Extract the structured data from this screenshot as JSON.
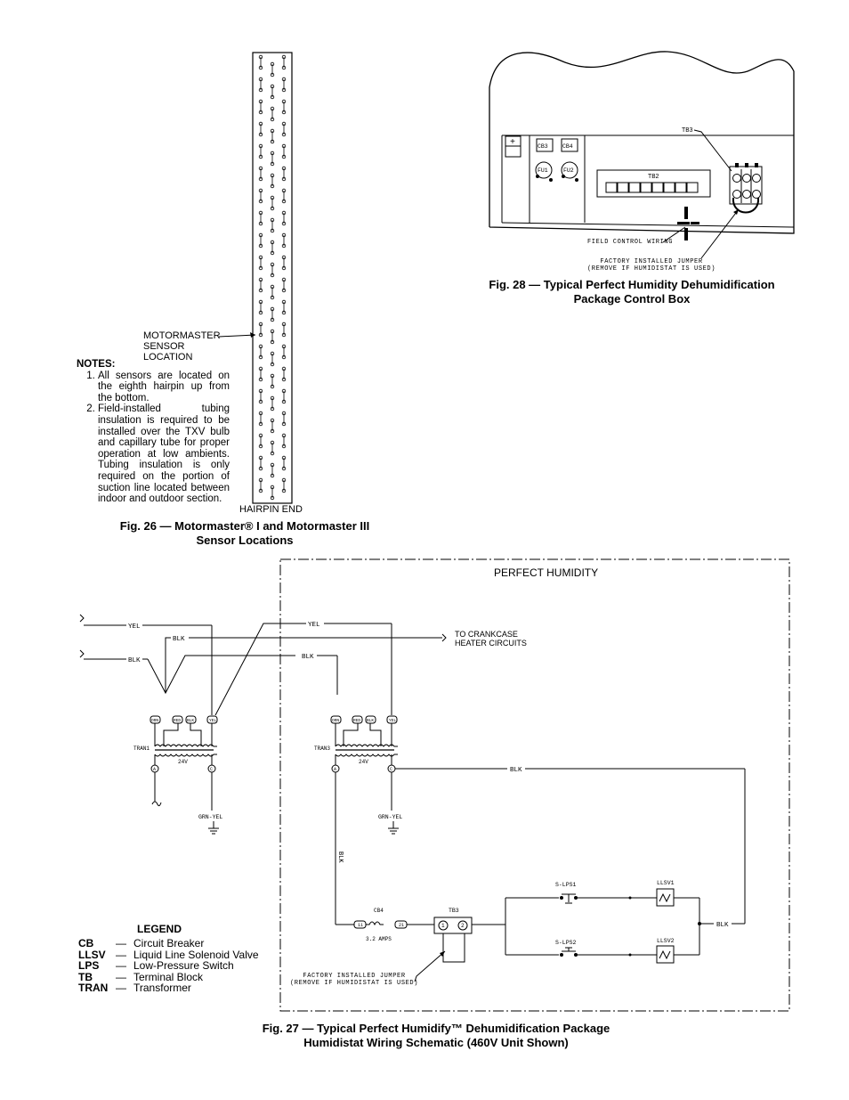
{
  "fig26": {
    "sensor_label": [
      "MOTORMASTER",
      "SENSOR",
      "LOCATION"
    ],
    "hairpin_label": "HAIRPIN END",
    "notes_title": "NOTES:",
    "notes": [
      "All sensors are located on the eighth hairpin up from the bottom.",
      "Field-installed tubing insulation is required to be installed over the TXV bulb and capillary tube for proper operation at low ambients. Tubing insulation is only required on the portion of suction line located between indoor and outdoor section."
    ],
    "caption_line1": "Fig. 26 — Motormaster® I and Motormaster III",
    "caption_line2": "Sensor Locations"
  },
  "fig28": {
    "labels": {
      "cb3": "CB3",
      "cb4": "CB4",
      "fu1": "FU1",
      "fu2": "FU2",
      "tb2": "TB2",
      "tb3": "TB3",
      "field_wiring": "FIELD CONTROL WIRING",
      "jumper1": "FACTORY INSTALLED JUMPER",
      "jumper2": "(REMOVE IF HUMIDISTAT IS USED)"
    },
    "caption_line1": "Fig. 28 — Typical Perfect Humidity Dehumidification",
    "caption_line2": "Package Control Box"
  },
  "fig27": {
    "box_title": "PERFECT HUMIDITY",
    "crankcase": [
      "TO CRANKCASE",
      "HEATER CIRCUITS"
    ],
    "wires": {
      "yel": "YEL",
      "blk": "BLK",
      "grn_yel": "GRN-YEL",
      "v24": "24V"
    },
    "tran1": "TRAN1",
    "tran3": "TRAN3",
    "taps": [
      "ORN",
      "RED",
      "BLK",
      "YEL"
    ],
    "term_a": "A",
    "term_c": "C",
    "cb4": "CB4",
    "cb4_rating": "3.2 AMPS",
    "cb4_t1": "11",
    "cb4_t2": "21",
    "tb3": "TB3",
    "tb3_1": "1",
    "tb3_2": "2",
    "slps1": "S-LPS1",
    "slps2": "S-LPS2",
    "llsv1": "LLSV1",
    "llsv2": "LLSV2",
    "jumper1": "FACTORY INSTALLED JUMPER",
    "jumper2": "(REMOVE IF HUMIDISTAT IS USED)",
    "caption_line1": "Fig. 27 — Typical Perfect Humidify™ Dehumidification Package",
    "caption_line2": "Humidistat Wiring Schematic (460V Unit Shown)"
  },
  "legend": {
    "title": "LEGEND",
    "items": [
      {
        "key": "CB",
        "dash": "—",
        "desc": "Circuit Breaker"
      },
      {
        "key": "LLSV",
        "dash": "—",
        "desc": "Liquid Line Solenoid Valve"
      },
      {
        "key": "LPS",
        "dash": "—",
        "desc": "Low-Pressure Switch"
      },
      {
        "key": "TB",
        "dash": "—",
        "desc": "Terminal Block"
      },
      {
        "key": "TRAN",
        "dash": "—",
        "desc": "Transformer"
      }
    ]
  }
}
